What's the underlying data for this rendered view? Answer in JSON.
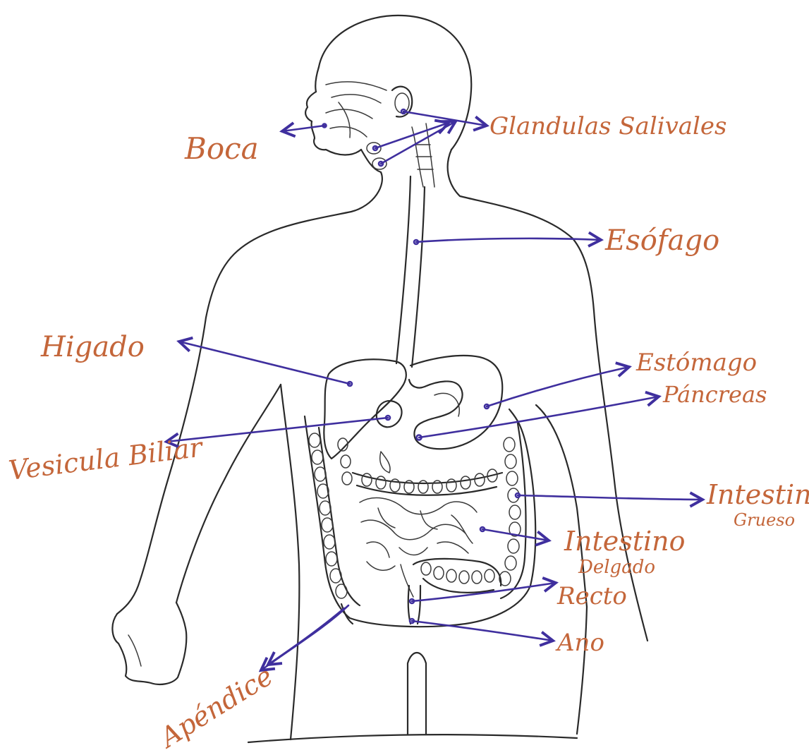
{
  "colors": {
    "label": "#c4663a",
    "pointer": "#3f2f9e",
    "ink": "#2a2a2a",
    "background": "#ffffff"
  },
  "labels": {
    "boca": "Boca",
    "glandulas": "Glandulas Salivales",
    "esofago": "Esófago",
    "higado": "Higado",
    "estomago": "Estómago",
    "pancreas": "Páncreas",
    "vesicula": "Vesicula Biliar",
    "intestino_grueso_1": "Intestino",
    "intestino_grueso_2": "Grueso",
    "intestino_delgado_1": "Intestino",
    "intestino_delgado_2": "Delgado",
    "recto": "Recto",
    "ano": "Ano",
    "apendice": "Apéndice"
  }
}
